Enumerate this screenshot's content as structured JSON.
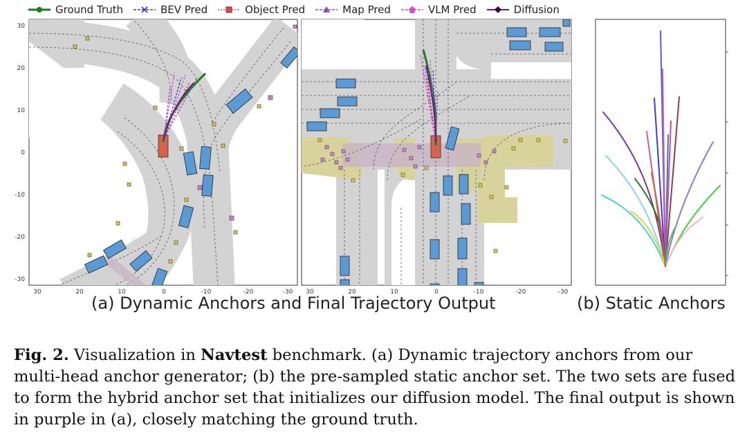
{
  "legend": [
    {
      "label": "Ground Truth",
      "color": "#1a7d1a",
      "marker": "circle",
      "dash": "solid"
    },
    {
      "label": "BEV Pred",
      "color": "#3b3bd6",
      "marker": "x",
      "dash": "dashed"
    },
    {
      "label": "Object Pred",
      "color": "#d94a4a",
      "marker": "square",
      "dash": "dotted"
    },
    {
      "label": "Map Pred",
      "color": "#8a4cc0",
      "marker": "triangle",
      "dash": "dashed"
    },
    {
      "label": "VLM Pred",
      "color": "#d64ad6",
      "marker": "pentagon",
      "dash": "dashed"
    },
    {
      "label": "Diffusion",
      "color": "#6a1a8a",
      "marker": "diamond",
      "dash": "solid"
    }
  ],
  "panel_left": {
    "y_ticks": [
      "30",
      "20",
      "10",
      "0",
      "-10",
      "-20",
      "-30"
    ],
    "x_ticks": [
      "30",
      "20",
      "10",
      "0",
      "-10",
      "-20",
      "-30"
    ]
  },
  "panel_mid": {
    "x_ticks": [
      "30",
      "20",
      "10",
      "0",
      "-10",
      "-20",
      "-30"
    ]
  },
  "subcaption_a": "(a)  Dynamic Anchors and Final Trajectory Output",
  "subcaption_b": "(b)  Static Anchors",
  "caption": {
    "label": "Fig. 2.",
    "part1": " Visualization in ",
    "bold_word": "Navtest",
    "part2": " benchmark. (a) Dynamic trajectory anchors from our multi-head anchor generator; (b) the pre-sampled static anchor set. The two sets are fused to form the hybrid anchor set that initializes our diffusion model. The final output is shown in purple in (a), closely matching the ground truth."
  },
  "colors": {
    "road": "#d3d3d3",
    "vehicle": "#5b9bd5",
    "ego": "#d9634a",
    "crosswalk": "#c9b6c6",
    "walkable": "#d8d39a",
    "ground_truth": "#1a7d1a",
    "diffusion": "#6a1a8a"
  }
}
